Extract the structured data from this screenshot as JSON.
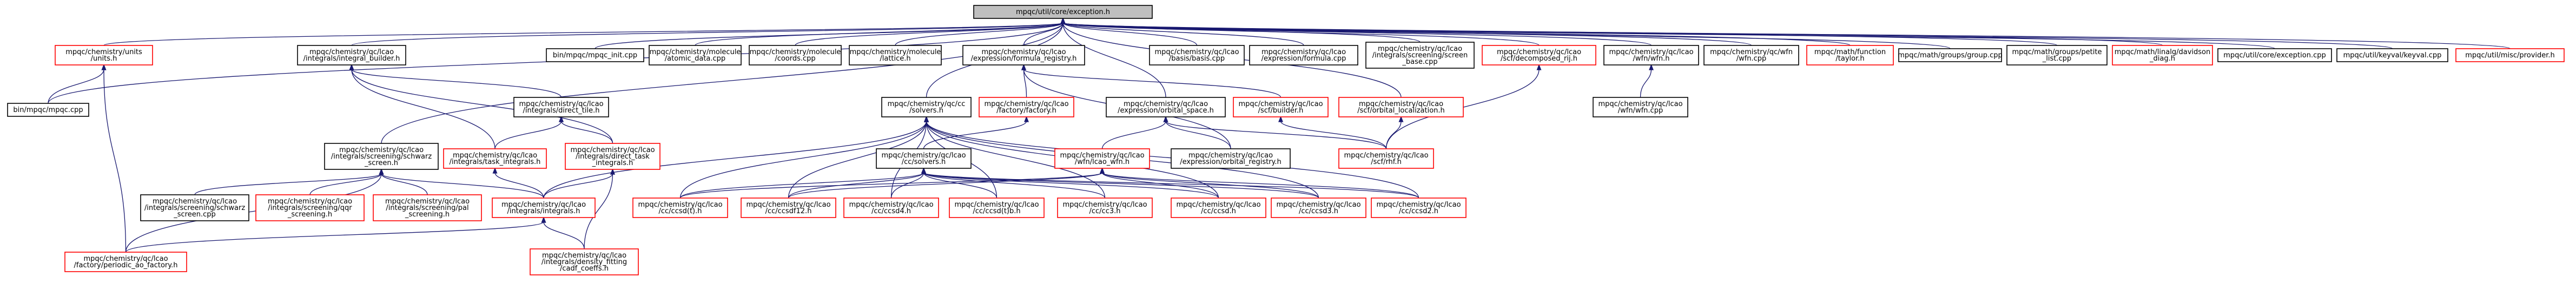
{
  "graph": {
    "colors": {
      "edge": "#191970",
      "root_fill": "#bfbfbf",
      "root_border": "#000000",
      "documented_border": "#000000",
      "undocumented_border": "#ff0000",
      "node_fill": "#ffffff"
    },
    "nodes": [
      {
        "id": "root",
        "lines": [
          "mpqc/util/core/exception.h"
        ],
        "kind": "root"
      },
      {
        "id": "units",
        "lines": [
          "mpqc/chemistry/units",
          "/units.h"
        ],
        "kind": "undocumented"
      },
      {
        "id": "integral_builder",
        "lines": [
          "mpqc/chemistry/qc/lcao",
          "/integrals/integral_builder.h"
        ],
        "kind": "documented"
      },
      {
        "id": "bin_mpqc_init",
        "lines": [
          "bin/mpqc/mpqc_init.cpp"
        ],
        "kind": "documented"
      },
      {
        "id": "atomic_data",
        "lines": [
          "mpqc/chemistry/molecule",
          "/atomic_data.cpp"
        ],
        "kind": "documented"
      },
      {
        "id": "coords",
        "lines": [
          "mpqc/chemistry/molecule",
          "/coords.cpp"
        ],
        "kind": "documented"
      },
      {
        "id": "lattice",
        "lines": [
          "mpqc/chemistry/molecule",
          "/lattice.h"
        ],
        "kind": "documented"
      },
      {
        "id": "formula_registry",
        "lines": [
          "mpqc/chemistry/qc/lcao",
          "/expression/formula_registry.h"
        ],
        "kind": "documented"
      },
      {
        "id": "basis_cpp",
        "lines": [
          "mpqc/chemistry/qc/lcao",
          "/basis/basis.cpp"
        ],
        "kind": "documented"
      },
      {
        "id": "formula_cpp",
        "lines": [
          "mpqc/chemistry/qc/lcao",
          "/expression/formula.cpp"
        ],
        "kind": "documented"
      },
      {
        "id": "screening_base",
        "lines": [
          "mpqc/chemistry/qc/lcao",
          "/integrals/screening/screen",
          "_base.cpp"
        ],
        "kind": "documented"
      },
      {
        "id": "decomposed_rij",
        "lines": [
          "mpqc/chemistry/qc/lcao",
          "/scf/decomposed_rij.h"
        ],
        "kind": "undocumented"
      },
      {
        "id": "wfn_h",
        "lines": [
          "mpqc/chemistry/qc/lcao",
          "/wfn/wfn.h"
        ],
        "kind": "documented"
      },
      {
        "id": "wfn_cpp",
        "lines": [
          "mpqc/chemistry/qc/wfn",
          "/wfn.cpp"
        ],
        "kind": "documented"
      },
      {
        "id": "taylor",
        "lines": [
          "mpqc/math/function",
          "/taylor.h"
        ],
        "kind": "undocumented"
      },
      {
        "id": "group_cpp",
        "lines": [
          "mpqc/math/groups/group.cpp"
        ],
        "kind": "documented"
      },
      {
        "id": "petite_list",
        "lines": [
          "mpqc/math/groups/petite",
          "_list.cpp"
        ],
        "kind": "documented"
      },
      {
        "id": "davidson_diag",
        "lines": [
          "mpqc/math/linalg/davidson",
          "_diag.h"
        ],
        "kind": "undocumented"
      },
      {
        "id": "exception_cpp",
        "lines": [
          "mpqc/util/core/exception.cpp"
        ],
        "kind": "documented"
      },
      {
        "id": "keyval_cpp",
        "lines": [
          "mpqc/util/keyval/keyval.cpp"
        ],
        "kind": "documented"
      },
      {
        "id": "provider_h",
        "lines": [
          "mpqc/util/misc/provider.h"
        ],
        "kind": "undocumented"
      },
      {
        "id": "bin_mpqc_cpp",
        "lines": [
          "bin/mpqc/mpqc.cpp"
        ],
        "kind": "documented"
      },
      {
        "id": "solvers_h",
        "lines": [
          "mpqc/chemistry/qc/cc",
          "/solvers.h"
        ],
        "kind": "documented"
      },
      {
        "id": "factory_h",
        "lines": [
          "mpqc/chemistry/qc/lcao",
          "/factory/factory.h"
        ],
        "kind": "undocumented"
      },
      {
        "id": "orbital_space",
        "lines": [
          "mpqc/chemistry/qc/lcao",
          "/expression/orbital_space.h"
        ],
        "kind": "documented"
      },
      {
        "id": "scf_builder",
        "lines": [
          "mpqc/chemistry/qc/lcao",
          "/scf/builder.h"
        ],
        "kind": "undocumented"
      },
      {
        "id": "orbital_localization",
        "lines": [
          "mpqc/chemistry/qc/lcao",
          "/scf/orbital_localization.h"
        ],
        "kind": "undocumented"
      },
      {
        "id": "wfn_cpp_lcao",
        "lines": [
          "mpqc/chemistry/qc/lcao",
          "/wfn/wfn.cpp"
        ],
        "kind": "documented"
      },
      {
        "id": "direct_tile",
        "lines": [
          "mpqc/chemistry/qc/lcao",
          "/integrals/direct_tile.h"
        ],
        "kind": "documented"
      },
      {
        "id": "schwarz_screen",
        "lines": [
          "mpqc/chemistry/qc/lcao",
          "/integrals/screening/schwarz",
          "_screen.h"
        ],
        "kind": "documented"
      },
      {
        "id": "task_integrals",
        "lines": [
          "mpqc/chemistry/qc/lcao",
          "/integrals/task_integrals.h"
        ],
        "kind": "undocumented"
      },
      {
        "id": "direct_task_integrals",
        "lines": [
          "mpqc/chemistry/qc/lcao",
          "/integrals/direct_task",
          "_integrals.h"
        ],
        "kind": "undocumented"
      },
      {
        "id": "lcao_solvers",
        "lines": [
          "mpqc/chemistry/qc/lcao",
          "/cc/solvers.h"
        ],
        "kind": "documented"
      },
      {
        "id": "lcao_wfn_h",
        "lines": [
          "mpqc/chemistry/qc/lcao",
          "/wfn/lcao_wfn.h"
        ],
        "kind": "undocumented"
      },
      {
        "id": "orbital_registry",
        "lines": [
          "mpqc/chemistry/qc/lcao",
          "/expression/orbital_registry.h"
        ],
        "kind": "documented"
      },
      {
        "id": "scf_rhf",
        "lines": [
          "mpqc/chemistry/qc/lcao",
          "/scf/rhf.h"
        ],
        "kind": "undocumented"
      },
      {
        "id": "schwarz_screen_cpp",
        "lines": [
          "mpqc/chemistry/qc/lcao",
          "/integrals/screening/schwarz",
          "_screen.cpp"
        ],
        "kind": "documented"
      },
      {
        "id": "qqr_screening",
        "lines": [
          "mpqc/chemistry/qc/lcao",
          "/integrals/screening/qqr",
          "_screening.h"
        ],
        "kind": "undocumented"
      },
      {
        "id": "pal_screening",
        "lines": [
          "mpqc/chemistry/qc/lcao",
          "/integrals/screening/pal",
          "_screening.h"
        ],
        "kind": "undocumented"
      },
      {
        "id": "integrals_h",
        "lines": [
          "mpqc/chemistry/qc/lcao",
          "/integrals/integrals.h"
        ],
        "kind": "undocumented"
      },
      {
        "id": "ccsdt",
        "lines": [
          "mpqc/chemistry/qc/lcao",
          "/cc/ccsd(t).h"
        ],
        "kind": "undocumented"
      },
      {
        "id": "ccsdf12",
        "lines": [
          "mpqc/chemistry/qc/lcao",
          "/cc/ccsdf12.h"
        ],
        "kind": "undocumented"
      },
      {
        "id": "eom_ccsd",
        "lines": [
          "mpqc/chemistry/qc/lcao",
          "/cc/ccsd4.h"
        ],
        "kind": "undocumented"
      },
      {
        "id": "ccsdtb",
        "lines": [
          "mpqc/chemistry/qc/lcao",
          "/cc/ccsd(t)b.h"
        ],
        "kind": "undocumented"
      },
      {
        "id": "cc3",
        "lines": [
          "mpqc/chemistry/qc/lcao",
          "/cc/cc3.h"
        ],
        "kind": "undocumented"
      },
      {
        "id": "ccsd_h",
        "lines": [
          "mpqc/chemistry/qc/lcao",
          "/cc/ccsd.h"
        ],
        "kind": "undocumented"
      },
      {
        "id": "ccsd3",
        "lines": [
          "mpqc/chemistry/qc/lcao",
          "/cc/ccsd3.h"
        ],
        "kind": "undocumented"
      },
      {
        "id": "cc2",
        "lines": [
          "mpqc/chemistry/qc/lcao",
          "/cc/ccsd2.h"
        ],
        "kind": "undocumented"
      },
      {
        "id": "periodic_ao_factory",
        "lines": [
          "mpqc/chemistry/qc/lcao",
          "/factory/periodic_ao_factory.h"
        ],
        "kind": "undocumented"
      },
      {
        "id": "density_fitting",
        "lines": [
          "mpqc/chemistry/qc/lcao",
          "/integrals/density_fitting",
          "/cadf_coeffs.h"
        ],
        "kind": "undocumented"
      }
    ]
  }
}
